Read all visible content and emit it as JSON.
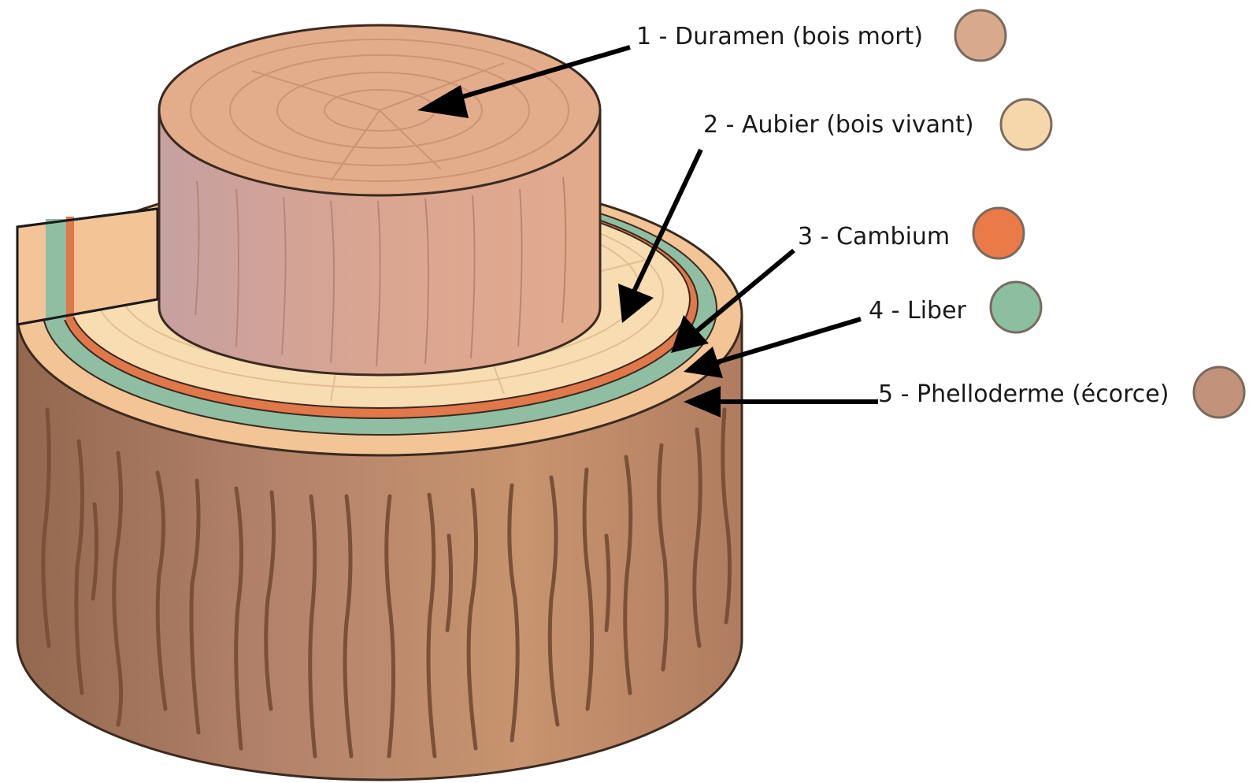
{
  "labels": [
    {
      "text": "1 - Duramen (bois mort)",
      "color": "#d9a98b"
    },
    {
      "text": "2 - Aubier (bois vivant)",
      "color": "#f6d7ab"
    },
    {
      "text": "3 - Cambium",
      "color": "#ea7a48"
    },
    {
      "text": "4 - Liber",
      "color": "#8cbfa0"
    },
    {
      "text": "5 - Phelloderme (écorce)",
      "color": "#c2937a"
    }
  ],
  "colors": {
    "bark": "#b58466",
    "bark_crack": "#7a5138",
    "outer_ring": "#f2c496",
    "sapwood": "#f8dcb2",
    "heartwood_top": "#e3ac8a",
    "heartwood_side": "#d9a18f",
    "cambium": "#e0784a",
    "phloem": "#8fbea3"
  }
}
